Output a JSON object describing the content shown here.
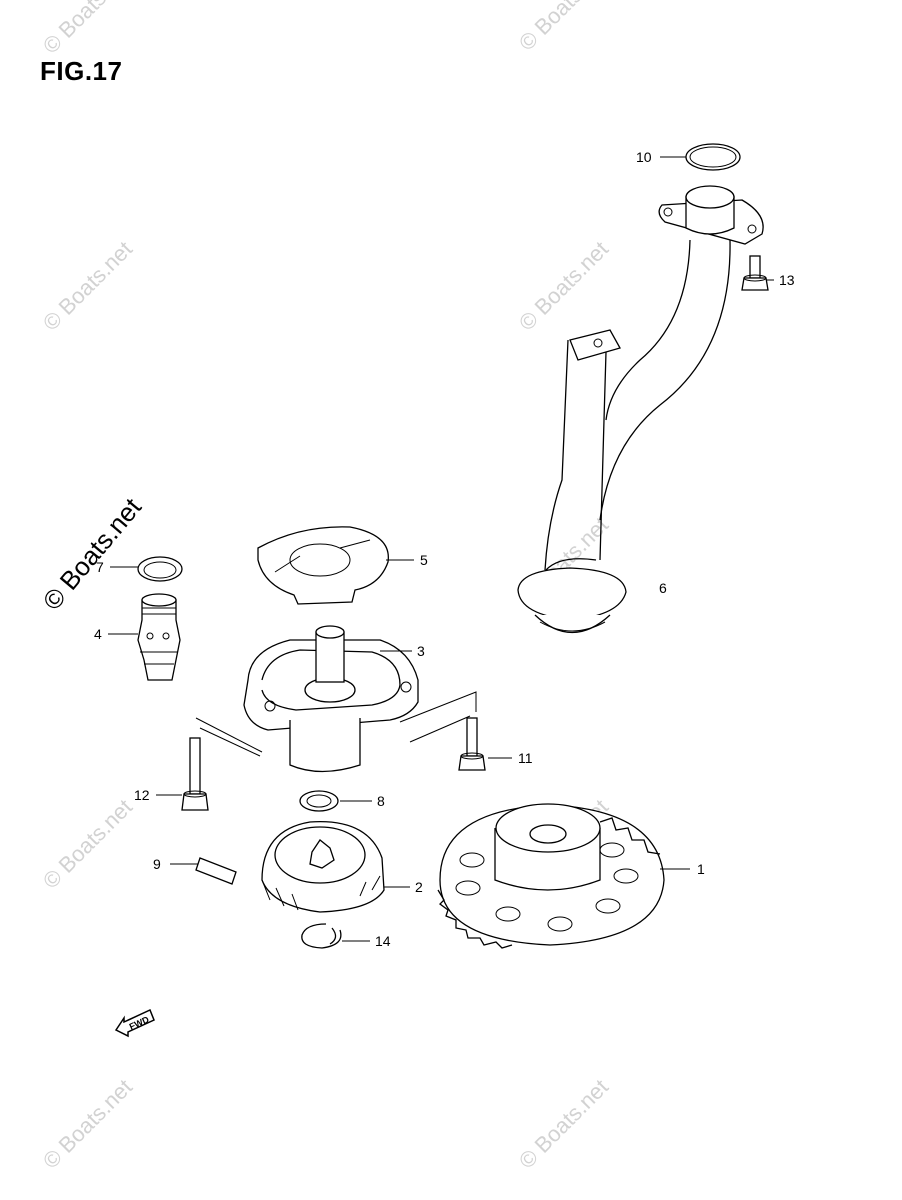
{
  "figure": {
    "title": "FIG.17"
  },
  "watermark": {
    "text": "© Boats.net"
  },
  "fwd_marker": {
    "text": "FWD"
  },
  "callouts": {
    "c1": "1",
    "c2": "2",
    "c3": "3",
    "c4": "4",
    "c5": "5",
    "c6": "6",
    "c7": "7",
    "c8": "8",
    "c9": "9",
    "c10": "10",
    "c11": "11",
    "c12": "12",
    "c13": "13",
    "c14": "14"
  }
}
